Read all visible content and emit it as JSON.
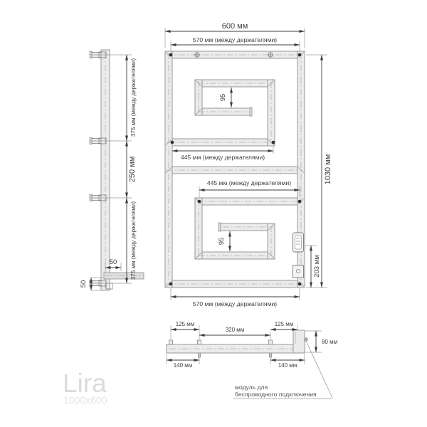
{
  "product": {
    "name": "Lira",
    "size": "1000x600"
  },
  "views": {
    "front": {
      "width_total": "600 мм",
      "width_between_holders": "570 мм (между держателями)",
      "left_span_top": "375 мм (между держателями)",
      "left_span_mid": "250 мм",
      "left_span_bottom": "375 мм (между держателями)",
      "height_total": "1030 мм",
      "upper_between_holders": "445 мм (между держателями)",
      "lower_between_holders": "445 мм (между держателями)",
      "upper_gap": "95",
      "lower_gap": "95",
      "module_offset": "203 мм",
      "bottom_between_holders": "570 мм (между держателями)"
    },
    "side": {
      "hook_depth": "50",
      "bottom_offset": "50"
    },
    "bottom": {
      "holder_inset_left": "125 мм",
      "holder_span_center": "320 мм",
      "holder_inset_right": "125 мм",
      "end_span_left": "140 мм",
      "end_span_right": "140 мм",
      "module_depth": "80 мм"
    }
  },
  "callout": {
    "line1": "модуль для",
    "line2": "беспроводного подключения"
  },
  "colors": {
    "tube_fill": "#ebebeb",
    "tube_stroke": "#8f8f8f",
    "dimension_text": "#3f3f3f",
    "logo_text": "#dcdcdc"
  }
}
